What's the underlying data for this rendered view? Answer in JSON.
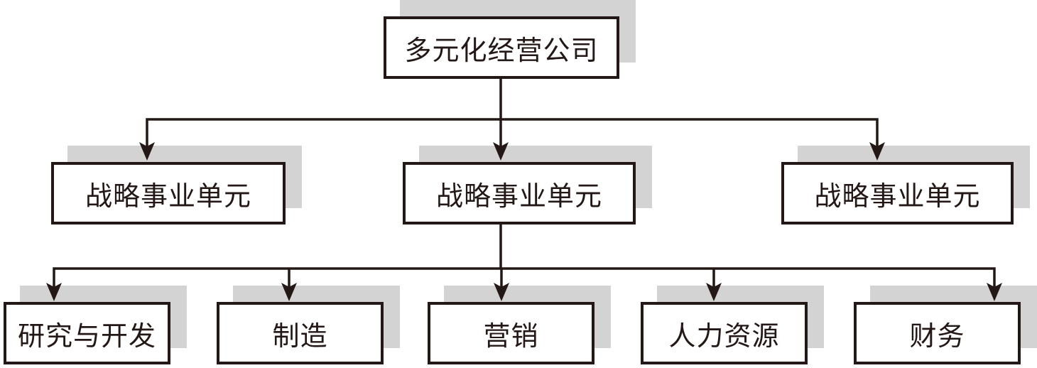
{
  "diagram": {
    "type": "org-chart",
    "root": {
      "label": "多元化经营公司"
    },
    "strategic_units": [
      {
        "label": "战略事业单元"
      },
      {
        "label": "战略事业单元"
      },
      {
        "label": "战略事业单元"
      }
    ],
    "functions": [
      {
        "label": "研究与开发"
      },
      {
        "label": "制造"
      },
      {
        "label": "营销"
      },
      {
        "label": "人力资源"
      },
      {
        "label": "财务"
      }
    ],
    "hierarchy": {
      "root": "多元化经营公司",
      "children_of_root": [
        "战略事业单元",
        "战略事业单元",
        "战略事业单元"
      ],
      "children_of_middle_unit": [
        "研究与开发",
        "制造",
        "营销",
        "人力资源",
        "财务"
      ]
    },
    "colors": {
      "line_and_border": "#231815",
      "text": "#231815",
      "box_background": "#ffffff",
      "shadow": "#d3d3d3",
      "page_background": "#ffffff"
    }
  }
}
